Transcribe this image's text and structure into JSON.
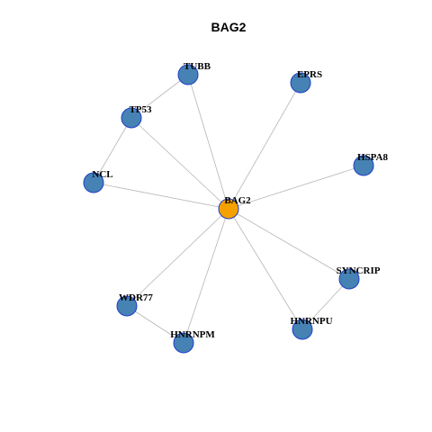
{
  "title": "BAG2",
  "colors": {
    "hub_fill": "#F5A100",
    "node_fill": "#4682B4",
    "node_stroke": "#1F3FC8",
    "edge": "#B5B5B5"
  },
  "nodes": [
    {
      "id": "BAG2",
      "label": "BAG2",
      "hub": true
    },
    {
      "id": "TUBB",
      "label": "TUBB",
      "hub": false
    },
    {
      "id": "EPRS",
      "label": "EPRS",
      "hub": false
    },
    {
      "id": "TP53",
      "label": "TP53",
      "hub": false
    },
    {
      "id": "HSPA8",
      "label": "HSPA8",
      "hub": false
    },
    {
      "id": "NCL",
      "label": "NCL",
      "hub": false
    },
    {
      "id": "SYNCRIP",
      "label": "SYNCRIP",
      "hub": false
    },
    {
      "id": "WDR77",
      "label": "WDR77",
      "hub": false
    },
    {
      "id": "HNRNPU",
      "label": "HNRNPU",
      "hub": false
    },
    {
      "id": "HNRNPM",
      "label": "HNRNPM",
      "hub": false
    }
  ],
  "edges": [
    [
      "BAG2",
      "TUBB"
    ],
    [
      "BAG2",
      "EPRS"
    ],
    [
      "BAG2",
      "TP53"
    ],
    [
      "BAG2",
      "HSPA8"
    ],
    [
      "BAG2",
      "NCL"
    ],
    [
      "BAG2",
      "SYNCRIP"
    ],
    [
      "BAG2",
      "WDR77"
    ],
    [
      "BAG2",
      "HNRNPU"
    ],
    [
      "BAG2",
      "HNRNPM"
    ],
    [
      "TUBB",
      "TP53"
    ],
    [
      "TP53",
      "NCL"
    ],
    [
      "WDR77",
      "HNRNPM"
    ],
    [
      "SYNCRIP",
      "HNRNPU"
    ]
  ]
}
